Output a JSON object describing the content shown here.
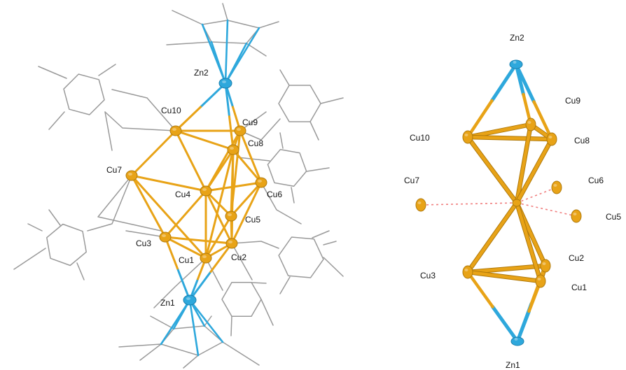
{
  "colors": {
    "copper": "#E8A317",
    "copper_dark": "#B07A0C",
    "zinc": "#2EA8DC",
    "zinc_dark": "#1A7FAE",
    "ligand": "#9A9A9A",
    "contact": "#F07F7F",
    "background": "#FFFFFF"
  },
  "left_structure": {
    "atoms": [
      {
        "id": "Zn2",
        "label": "Zn2",
        "element": "zinc"
      },
      {
        "id": "Zn1",
        "label": "Zn1",
        "element": "zinc"
      },
      {
        "id": "Cu1",
        "label": "Cu1",
        "element": "copper"
      },
      {
        "id": "Cu2",
        "label": "Cu2",
        "element": "copper"
      },
      {
        "id": "Cu3",
        "label": "Cu3",
        "element": "copper"
      },
      {
        "id": "Cu4",
        "label": "Cu4",
        "element": "copper"
      },
      {
        "id": "Cu5",
        "label": "Cu5",
        "element": "copper"
      },
      {
        "id": "Cu6",
        "label": "Cu6",
        "element": "copper"
      },
      {
        "id": "Cu7",
        "label": "Cu7",
        "element": "copper"
      },
      {
        "id": "Cu8",
        "label": "Cu8",
        "element": "copper"
      },
      {
        "id": "Cu9",
        "label": "Cu9",
        "element": "copper"
      },
      {
        "id": "Cu10",
        "label": "Cu10",
        "element": "copper"
      }
    ]
  },
  "right_structure": {
    "atoms": [
      {
        "id": "Zn2",
        "label": "Zn2",
        "element": "zinc"
      },
      {
        "id": "Zn1",
        "label": "Zn1",
        "element": "zinc"
      },
      {
        "id": "Cu1",
        "label": "Cu1",
        "element": "copper"
      },
      {
        "id": "Cu2",
        "label": "Cu2",
        "element": "copper"
      },
      {
        "id": "Cu3",
        "label": "Cu3",
        "element": "copper"
      },
      {
        "id": "Cu5",
        "label": "Cu5",
        "element": "copper"
      },
      {
        "id": "Cu6",
        "label": "Cu6",
        "element": "copper"
      },
      {
        "id": "Cu7",
        "label": "Cu7",
        "element": "copper"
      },
      {
        "id": "Cu8",
        "label": "Cu8",
        "element": "copper"
      },
      {
        "id": "Cu9",
        "label": "Cu9",
        "element": "copper"
      },
      {
        "id": "Cu10",
        "label": "Cu10",
        "element": "copper"
      }
    ]
  }
}
